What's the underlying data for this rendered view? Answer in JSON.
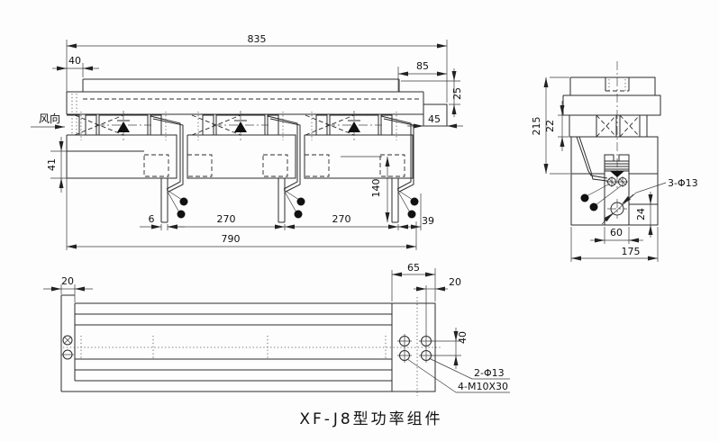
{
  "title": "XF-J8型功率组件",
  "front_view": {
    "wind_direction_label": "风向",
    "dims": {
      "total_length": "835",
      "left_offset": "40",
      "right_top_offset": "85",
      "bar_thickness": "25",
      "end_block_width": "45",
      "fin_height": "41",
      "tab_thickness": "6",
      "module_pitch_a": "270",
      "module_pitch_b": "270",
      "base_length": "790",
      "lead_length": "140",
      "right_bottom_offset": "39"
    }
  },
  "side_view": {
    "dims": {
      "overall_height": "215",
      "fin_band_height": "22",
      "hole_offset": "24",
      "clamp_width": "60",
      "overall_depth": "175"
    },
    "notes": {
      "mounting_holes": "3-Φ13"
    }
  },
  "bottom_view": {
    "dims": {
      "edge_offset": "20",
      "end_block_width": "65",
      "hole_column_offset": "20",
      "hole_row_spacing": "40"
    },
    "notes": {
      "through_holes": "2-Φ13",
      "tapped_holes": "4-M10X30"
    }
  }
}
